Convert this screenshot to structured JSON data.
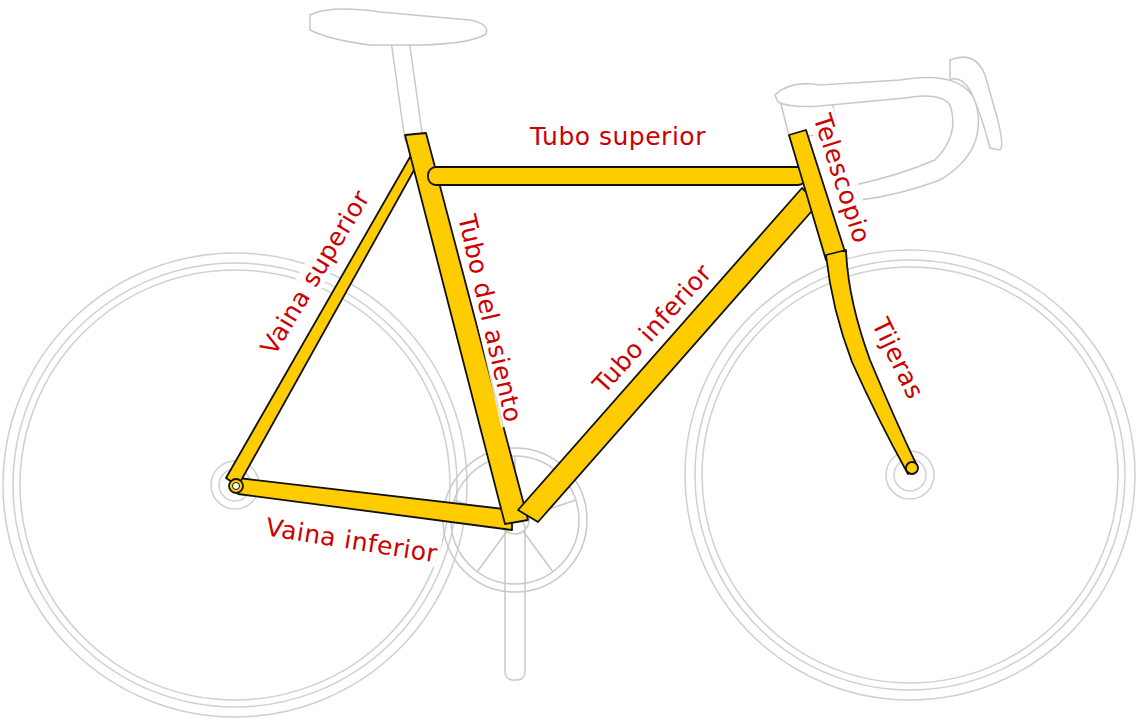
{
  "diagram": {
    "labels": [
      "Tubo superior",
      "Telescopio",
      "Vaina superior",
      "Tubo del asiento",
      "Tubo inferior",
      "Tijeras",
      "Vaina inferior"
    ]
  }
}
